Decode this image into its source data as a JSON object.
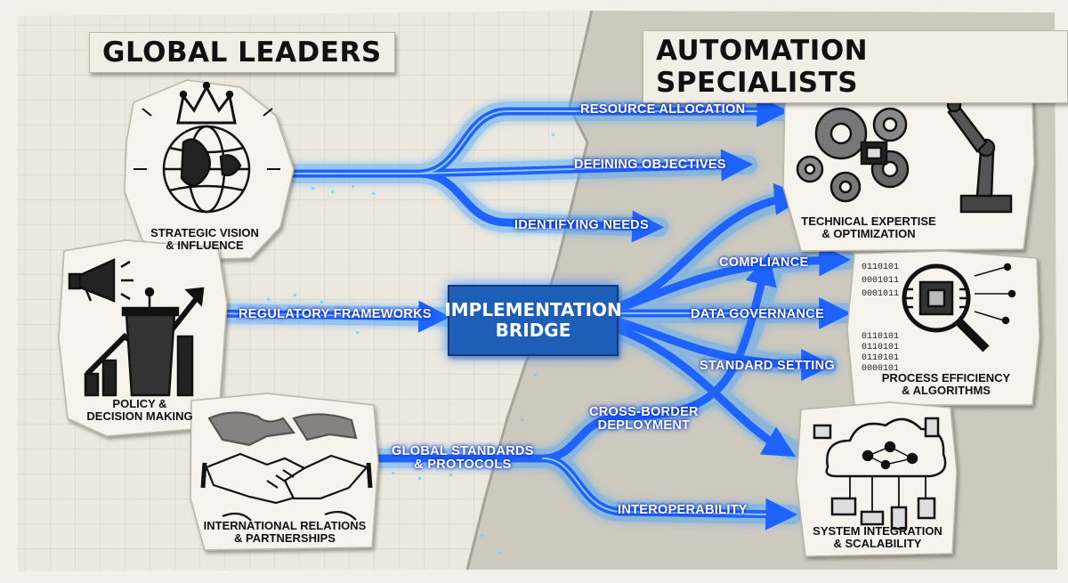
{
  "titles": {
    "left": "GLOBAL LEADERS",
    "right": "AUTOMATION SPECIALISTS"
  },
  "leaders": [
    {
      "line1": "STRATEGIC VISION",
      "line2": "& INFLUENCE",
      "icon": "globe-crown-icon"
    },
    {
      "line1": "POLICY &",
      "line2": "DECISION MAKING",
      "icon": "megaphone-podium-icon"
    },
    {
      "line1": "INTERNATIONAL RELATIONS",
      "line2": "& PARTNERSHIPS",
      "icon": "handshake-icon"
    }
  ],
  "specialists": [
    {
      "line1": "TECHNICAL EXPERTISE",
      "line2": "& OPTIMIZATION",
      "icon": "gears-robot-arm-icon"
    },
    {
      "line1": "PROCESS EFFICIENCY",
      "line2": "& ALGORITHMS",
      "icon": "chip-magnifier-icon"
    },
    {
      "line1": "SYSTEM INTEGRATION",
      "line2": "& SCALABILITY",
      "icon": "cloud-network-icon"
    }
  ],
  "bridge": {
    "line1": "IMPLEMENTATION",
    "line2": "BRIDGE"
  },
  "flows": {
    "resource_allocation": "RESOURCE ALLOCATION",
    "defining_objectives": "DEFINING OBJECTIVES",
    "identifying_needs": "IDENTIFYING NEEDS",
    "regulatory_frameworks": "REGULATORY FRAMEWORKS",
    "compliance": "COMPLIANCE",
    "data_governance": "DATA GOVERNANCE",
    "standard_setting": "STANDARD SETTING",
    "cross_border_1": "CROSS-BORDER",
    "cross_border_2": "DEPLOYMENT",
    "global_standards_1": "GLOBAL STANDARDS",
    "global_standards_2": "& PROTOCOLS",
    "interoperability": "INTEROPERABILITY"
  },
  "binary_text": {
    "line1": "0110101",
    "line2": "0001011",
    "line3": "0001011",
    "line4": "0110101",
    "line5": "0110101",
    "line6": "0110101",
    "line7": "0000101"
  },
  "colors": {
    "flow_blue": "#1f63ff",
    "glow_blue": "#3aa0ff",
    "paper": "#f1eee6",
    "right_panel": "#cfcbc1",
    "bridge_fill": "#1d5fb8"
  }
}
